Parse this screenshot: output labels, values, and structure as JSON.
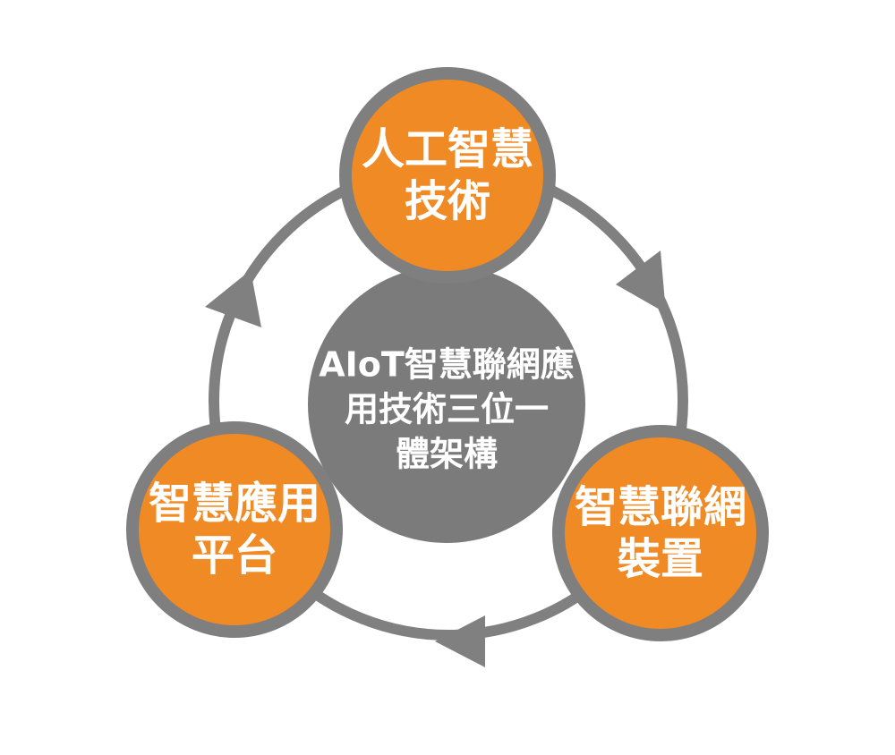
{
  "colors": {
    "ring": "#808080",
    "node_fill": "#f08a24",
    "node_border": "#7f7f7f",
    "center_fill": "#7b7b7b",
    "text": "#ffffff"
  },
  "center": {
    "lines": [
      "AIoT智慧聯網應",
      "用技術三位一",
      "體架構"
    ]
  },
  "nodes": {
    "top": {
      "lines": [
        "人工智慧",
        "技術"
      ]
    },
    "left": {
      "lines": [
        "智慧應用",
        "平台"
      ]
    },
    "right": {
      "lines": [
        "智慧聯網",
        "裝置"
      ]
    }
  }
}
